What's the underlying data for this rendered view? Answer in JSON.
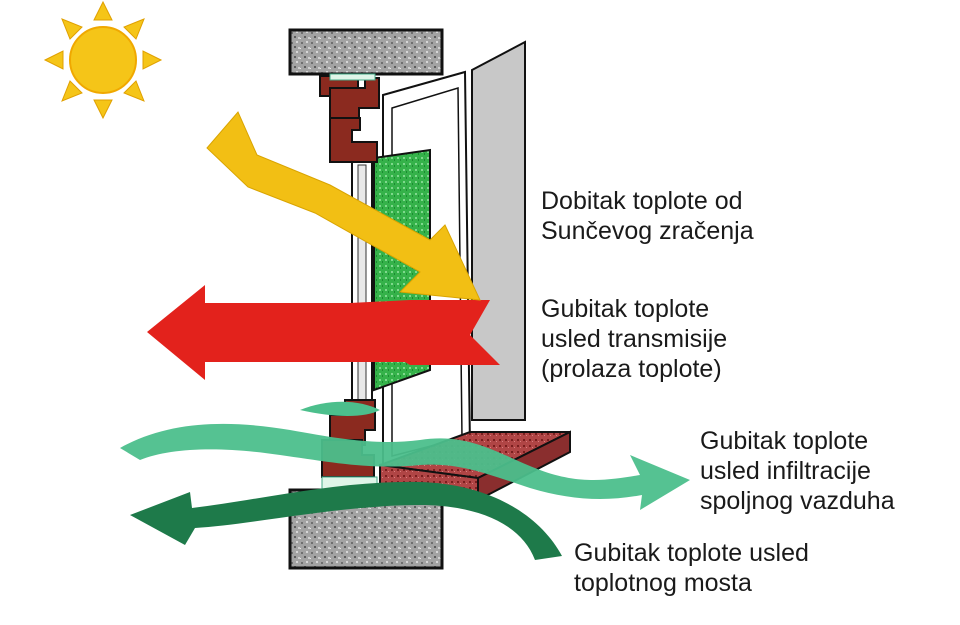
{
  "labels": {
    "solar_gain": [
      "Dobitak toplote od",
      "Sunčevog zračenja"
    ],
    "transmission_loss": [
      "Gubitak toplote",
      "usled transmisije",
      "(prolaza toplote)"
    ],
    "infiltration_loss": [
      "Gubitak toplote",
      "usled infiltracije",
      "spoljnog vazduha"
    ],
    "thermal_bridge_loss": [
      "Gubitak toplote usled",
      "toplotnog mosta"
    ]
  },
  "colors": {
    "sun": "#f5c518",
    "solar_arrow": "#f2bf14",
    "transmission_arrow": "#e3221c",
    "infiltration_arrow": "#4cbf8c",
    "thermal_bridge_arrow": "#1e7a4a",
    "frame_wood": "#8b2a1f",
    "wall_stone": "#9a9a9a",
    "glass_green": "#2fae3f",
    "sill_red": "#a83a3a",
    "casement_gray": "#c8c8c8"
  },
  "icons": [
    "sun-icon"
  ]
}
